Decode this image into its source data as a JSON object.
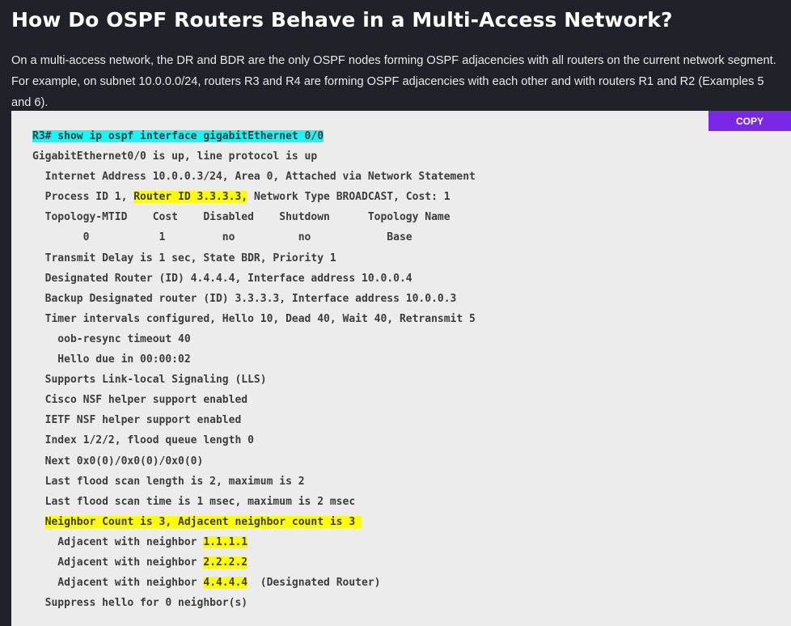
{
  "page": {
    "title": "How Do OSPF Routers Behave in a Multi-Access Network?",
    "intro": "On a multi-access network, the DR and BDR are the only OSPF nodes forming OSPF adjacencies with all routers on the current network segment. For example, on subnet 10.0.0.0/24, routers R3 and R4 are forming OSPF adjacencies with each other and with routers R1 and R2 (Examples 5 and 6)."
  },
  "code_block": {
    "copy_label": "COPY",
    "lines": {
      "command": "R3# show ip ospf interface gigabitEthernet 0/0",
      "l2": "GigabitEthernet0/0 is up, line protocol is up",
      "l3": "  Internet Address 10.0.0.3/24, Area 0, Attached via Network Statement",
      "l4_pre": "  Process ID 1, ",
      "l4_hl": "Router ID 3.3.3.3,",
      "l4_post": " Network Type BROADCAST, Cost: 1",
      "l5": "  Topology-MTID    Cost    Disabled    Shutdown      Topology Name",
      "l6": "        0           1         no          no            Base",
      "l7": "  Transmit Delay is 1 sec, State BDR, Priority 1",
      "l8": "  Designated Router (ID) 4.4.4.4, Interface address 10.0.0.4",
      "l9": "  Backup Designated router (ID) 3.3.3.3, Interface address 10.0.0.3",
      "l10": "  Timer intervals configured, Hello 10, Dead 40, Wait 40, Retransmit 5",
      "l11": "    oob-resync timeout 40",
      "l12": "    Hello due in 00:00:02",
      "l13": "  Supports Link-local Signaling (LLS)",
      "l14": "  Cisco NSF helper support enabled",
      "l15": "  IETF NSF helper support enabled",
      "l16": "  Index 1/2/2, flood queue length 0",
      "l17": "  Next 0x0(0)/0x0(0)/0x0(0)",
      "l18": "  Last flood scan length is 2, maximum is 2",
      "l19": "  Last flood scan time is 1 msec, maximum is 2 msec",
      "l20_indent": "  ",
      "l20_hl": "Neighbor Count is 3, Adjacent neighbor count is 3 ",
      "adj_prefix": "    Adjacent with neighbor ",
      "n1": "1.1.1.1",
      "n2": "2.2.2.2",
      "n3": "4.4.4.4",
      "n3_suffix": "  (Designated Router)",
      "l24": "  Suppress hello for 0 neighbor(s)"
    },
    "colors": {
      "command_highlight": "#1bf5f5",
      "value_highlight": "#fffe00",
      "copy_button": "#7a27e7"
    }
  }
}
